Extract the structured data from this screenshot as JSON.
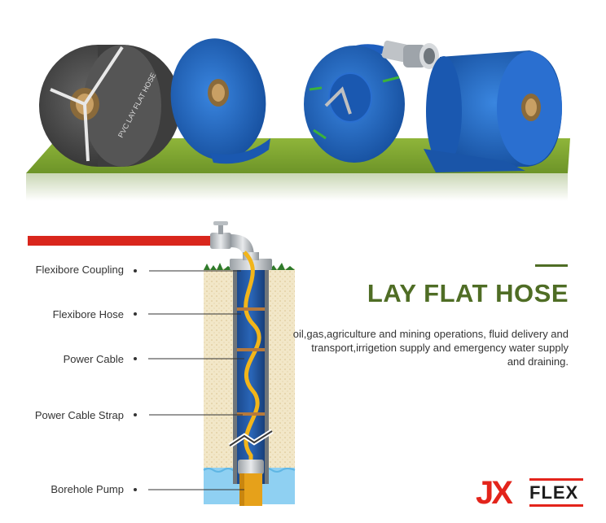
{
  "title": "LAY FLAT HOSE",
  "description": "oil,gas,agriculture and mining operations, fluid delivery and transport,irrigetion supply and emergency water supply and draining.",
  "roll_print": "PVC LAY FLAT HOSE",
  "labels": {
    "coupling": "Flexibore Coupling",
    "hose": "Flexibore Hose",
    "cable": "Power Cable",
    "strap": "Power Cable Strap",
    "pump": "Borehole Pump"
  },
  "logo": {
    "jx": "JX",
    "flex": "FLEX"
  },
  "colors": {
    "accent_green": "#4f6d25",
    "grass_green": "#7aa033",
    "hose_blue": "#1f5fbf",
    "hose_gray": "#4a4a4a",
    "pipe_red": "#d9261c",
    "brand_red": "#e3241b",
    "cable_yellow": "#f2b51a",
    "water_blue": "#8fd0f2",
    "soil": "#f2e7c8"
  }
}
